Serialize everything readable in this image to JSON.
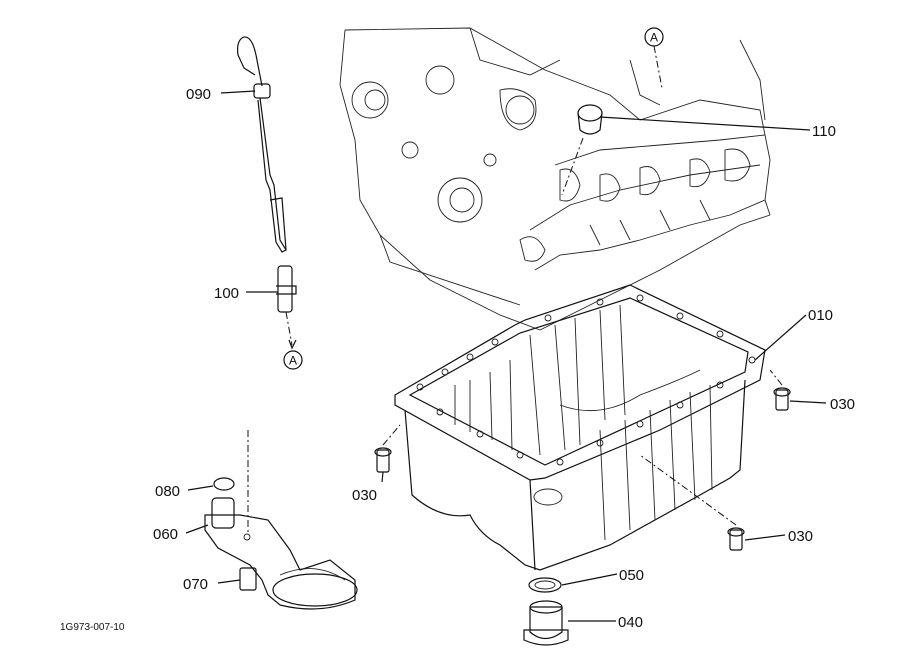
{
  "figure_id": "1G973-007-10",
  "reference_marker": "A",
  "parts": [
    {
      "label": "090"
    },
    {
      "label": "100"
    },
    {
      "label": "110"
    },
    {
      "label": "010"
    },
    {
      "label": "030"
    },
    {
      "label": "030"
    },
    {
      "label": "030"
    },
    {
      "label": "080"
    },
    {
      "label": "060"
    },
    {
      "label": "070"
    },
    {
      "label": "050"
    },
    {
      "label": "040"
    }
  ]
}
